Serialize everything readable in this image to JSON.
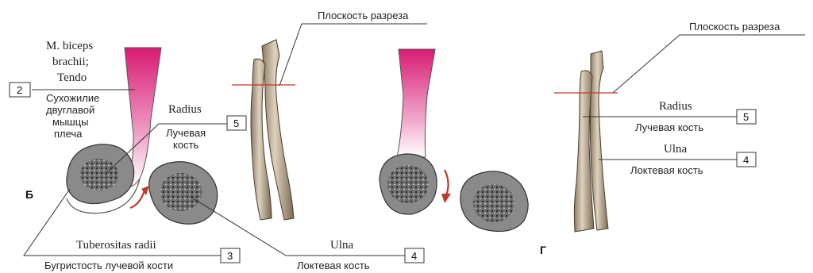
{
  "labels": {
    "plane_left": "Плоскость разреза",
    "plane_right": "Плоскость разреза",
    "biceps_line1": "M. biceps",
    "biceps_line2": "brachii;",
    "biceps_line3": "Tendo",
    "biceps_ru1": "Сухожилие",
    "biceps_ru2": "двуглавой",
    "biceps_ru3": "мышцы",
    "biceps_ru4": "плеча",
    "radius_left_lat": "Radius",
    "radius_left_ru1": "Лучевая",
    "radius_left_ru2": "кость",
    "tuberositas_lat": "Tuberositas radii",
    "tuberositas_ru": "Бугристость лучевой кости",
    "ulna_left_lat": "Ulna",
    "ulna_left_ru": "Локтевая кость",
    "radius_right_lat": "Radius",
    "radius_right_ru": "Лучевая кость",
    "ulna_right_lat": "Ulna",
    "ulna_right_ru": "Локтевая кость"
  },
  "numbers": {
    "tendo": "2",
    "radius_left": "5",
    "tuberositas": "3",
    "ulna_left": "4",
    "radius_right": "5",
    "ulna_right": "4"
  },
  "panels": {
    "b": "Б",
    "g": "Г"
  },
  "colors": {
    "tendon_top": "#d81b72",
    "tendon_bottom": "#ffffff",
    "bone_section": "#8a8a8a",
    "bone_body": "#c9bca4",
    "arrow": "#c0392b",
    "plane_line": "#c0392b"
  }
}
